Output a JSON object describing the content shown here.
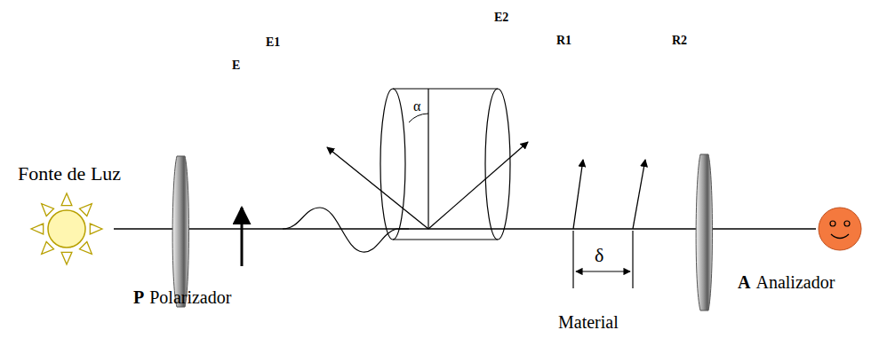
{
  "diagram": {
    "labels": [
      "Fonte de Luz",
      "E",
      "E1",
      "E2",
      "α",
      "R1",
      "R2",
      "δ",
      "P",
      "Polarizador",
      "Material",
      "A",
      "Analizador"
    ]
  }
}
